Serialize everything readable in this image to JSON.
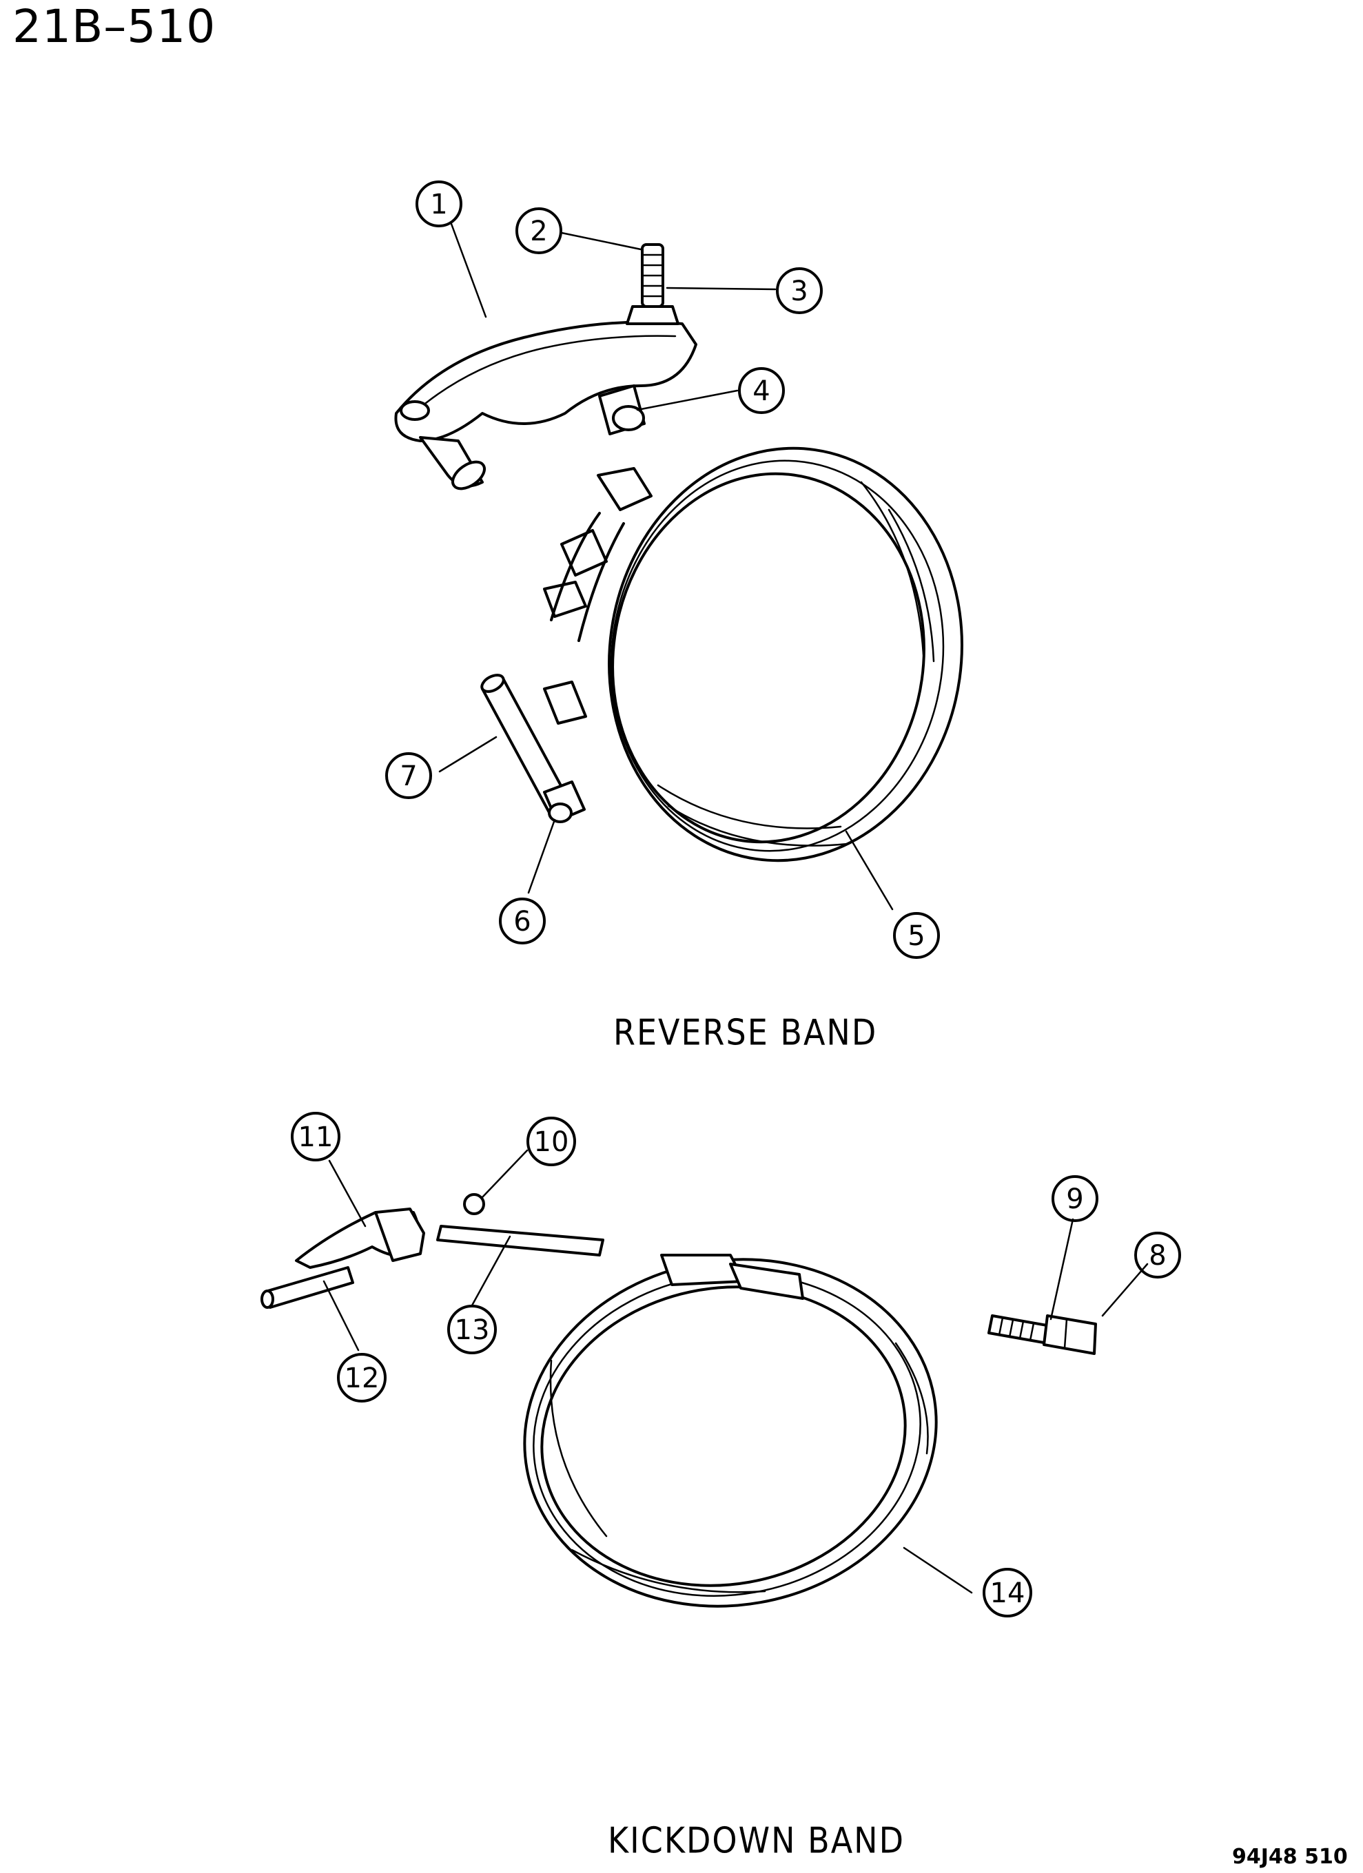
{
  "header": {
    "page_code": "21B–510"
  },
  "footer": {
    "figure_code": "94J48 510"
  },
  "groups": [
    {
      "caption": "REVERSE BAND"
    },
    {
      "caption": "KICKDOWN BAND"
    }
  ],
  "callouts": [
    {
      "id": "callout-1",
      "label": "1"
    },
    {
      "id": "callout-2",
      "label": "2"
    },
    {
      "id": "callout-3",
      "label": "3"
    },
    {
      "id": "callout-4",
      "label": "4"
    },
    {
      "id": "callout-5",
      "label": "5"
    },
    {
      "id": "callout-6",
      "label": "6"
    },
    {
      "id": "callout-7",
      "label": "7"
    },
    {
      "id": "callout-8",
      "label": "8"
    },
    {
      "id": "callout-9",
      "label": "9"
    },
    {
      "id": "callout-10",
      "label": "10"
    },
    {
      "id": "callout-11",
      "label": "11"
    },
    {
      "id": "callout-12",
      "label": "12"
    },
    {
      "id": "callout-13",
      "label": "13"
    },
    {
      "id": "callout-14",
      "label": "14"
    }
  ]
}
